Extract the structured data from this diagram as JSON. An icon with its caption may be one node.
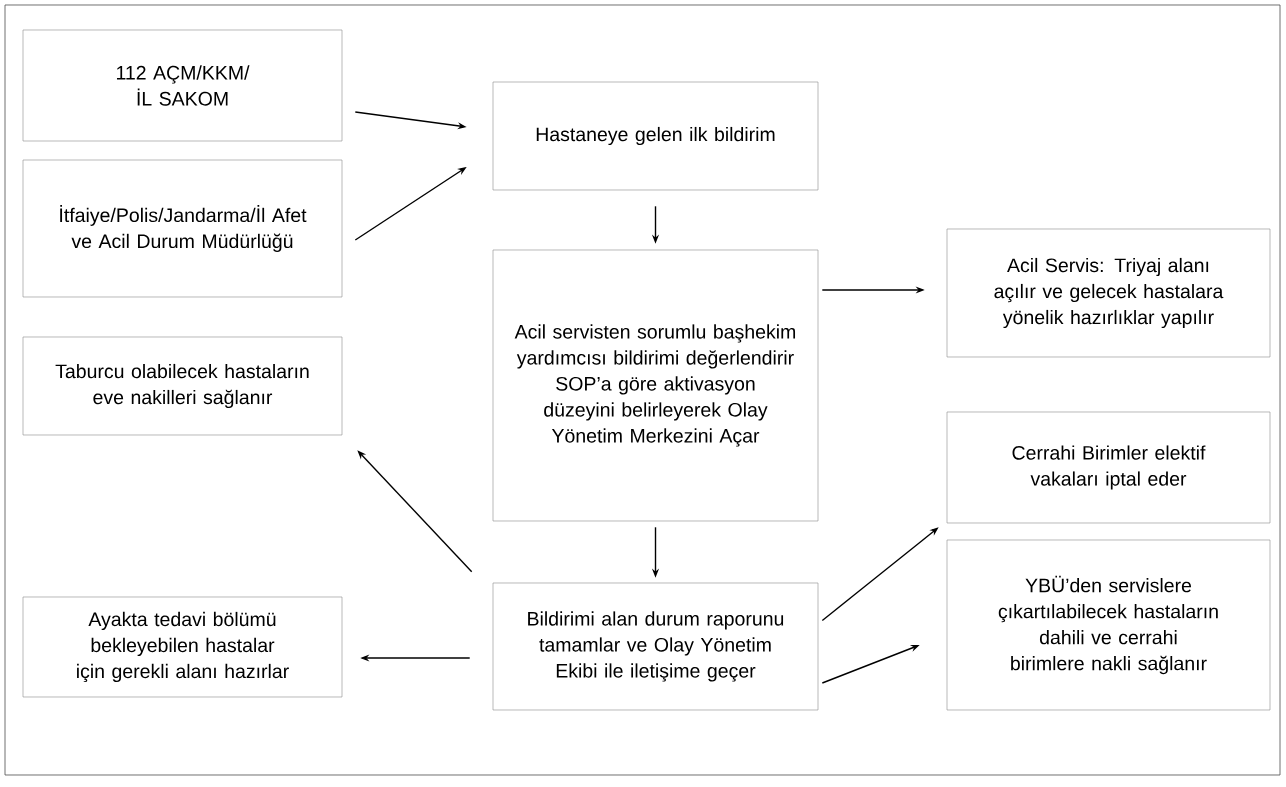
{
  "diagram": {
    "nodes": [
      {
        "text": [
          "112 AÇM/KKM/ İL SAKOM"
        ]
      },
      {
        "text": [
          "İtfaiye/Polis/Jandarma/İl Afet ve Acil Durum Müdürlüğü"
        ]
      },
      {
        "text": [
          "Hastaneye gelen ilk bildirim"
        ]
      },
      {
        "text": [
          "Acil servisten sorumlu başhekim yardımcısı bildirimi değerlendirir SOP’a göre aktivasyon düzeyini belirleyerek Olay Yönetim Merkezini Açar"
        ]
      },
      {
        "text": [
          "Acil Servis: Triyaj alanı açılır ve gelecek hastalara yönelik hazırlıklar yapılır"
        ]
      },
      {
        "text": [
          "Taburcu olabilecek hastaların eve nakilleri sağlanır"
        ]
      },
      {
        "text": [
          "Cerrahi Birimler elektif vakaları iptal eder"
        ]
      },
      {
        "text": [
          "Ayakta tedavi bölümü bekleyebilen hastalar için gerekli alanı hazırlar"
        ]
      },
      {
        "text": [
          "Bildirimi alan durum raporunu tamamlar ve Olay Yönetim Ekibi ile iletişime geçer"
        ]
      },
      {
        "text": [
          "YBÜ’den servislere çıkartılabilecek hastaların dahili ve cerrahi birimlere nakli sağlanır"
        ]
      }
    ],
    "edges": [
      {
        "from": 0,
        "to": 2,
        "arrow": "to"
      },
      {
        "from": 1,
        "to": 2,
        "arrow": "to"
      },
      {
        "from": 2,
        "to": 3,
        "arrow": "to"
      },
      {
        "from": 3,
        "to": 4,
        "arrow": "to"
      },
      {
        "from": 3,
        "to": 8,
        "arrow": "to"
      },
      {
        "from": 8,
        "to": 5,
        "arrow": "to"
      },
      {
        "from": 8,
        "to": 7,
        "arrow": "to"
      },
      {
        "from": 8,
        "to": 6,
        "arrow": "to"
      },
      {
        "from": 8,
        "to": 9,
        "arrow": "to"
      }
    ]
  }
}
